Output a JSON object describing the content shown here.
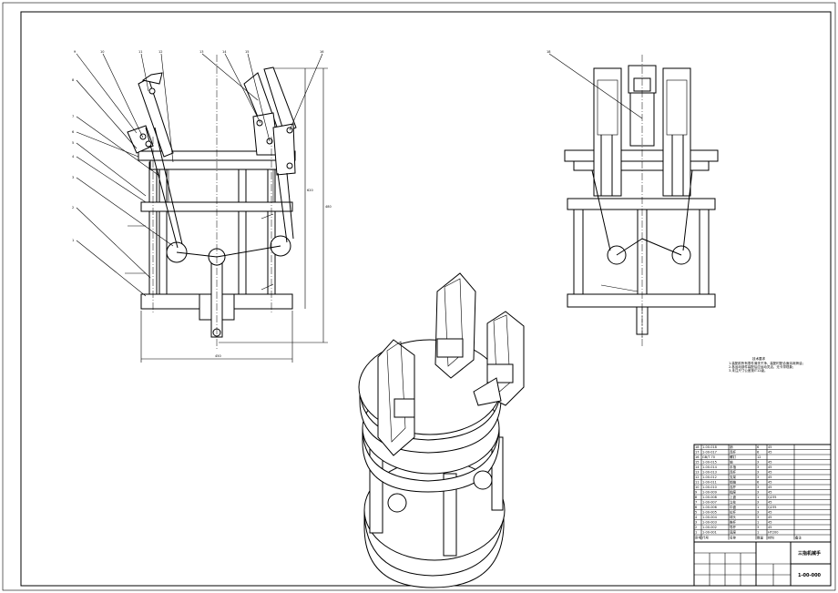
{
  "drawing": {
    "title": "三指机械手",
    "number": "1-00-000"
  },
  "front_view": {
    "balloons": [
      "9",
      "10",
      "11",
      "12",
      "13",
      "14",
      "15",
      "16",
      "8",
      "7",
      "6",
      "5",
      "4",
      "3",
      "2",
      "1"
    ],
    "dim_width": "450",
    "dim_height_1": "620",
    "dim_height_2": "480"
  },
  "side_view": {
    "balloons": [
      "18"
    ]
  },
  "notes": {
    "heading": "技术要求",
    "lines": [
      "1.装配前所有零件清洗干净，装配时配合面涂润滑油；",
      "2.各运动部件装配后应运动灵活，无卡滞现象；",
      "3.未注尺寸公差按IT12级。"
    ]
  },
  "bom": {
    "rows": [
      [
        "18",
        "1-00-018",
        "销",
        "6",
        "45",
        ""
      ],
      [
        "17",
        "1-00-017",
        "连杆",
        "6",
        "45",
        ""
      ],
      [
        "16",
        "GB/T 70",
        "螺钉",
        "12",
        "",
        ""
      ],
      [
        "15",
        "1-00-015",
        "轴",
        "3",
        "45",
        ""
      ],
      [
        "14",
        "1-00-014",
        "手指",
        "3",
        "45",
        ""
      ],
      [
        "13",
        "1-00-013",
        "连杆",
        "3",
        "45",
        ""
      ],
      [
        "12",
        "1-00-012",
        "支架",
        "3",
        "45",
        ""
      ],
      [
        "11",
        "1-00-011",
        "销轴",
        "6",
        "45",
        ""
      ],
      [
        "10",
        "1-00-010",
        "连杆",
        "3",
        "45",
        ""
      ],
      [
        "9",
        "1-00-009",
        "指座",
        "3",
        "45",
        ""
      ],
      [
        "8",
        "1-00-008",
        "上盘",
        "1",
        "Q235",
        ""
      ],
      [
        "7",
        "1-00-007",
        "立柱",
        "3",
        "45",
        ""
      ],
      [
        "6",
        "1-00-006",
        "中盘",
        "1",
        "Q235",
        ""
      ],
      [
        "5",
        "1-00-005",
        "拉杆",
        "3",
        "45",
        ""
      ],
      [
        "4",
        "1-00-004",
        "球头",
        "3",
        "45",
        ""
      ],
      [
        "3",
        "1-00-003",
        "推杆",
        "1",
        "45",
        ""
      ],
      [
        "2",
        "1-00-002",
        "导杆",
        "3",
        "45",
        ""
      ],
      [
        "1",
        "1-00-001",
        "底座",
        "1",
        "HT200",
        ""
      ]
    ],
    "header": [
      "序号",
      "代号",
      "名称",
      "数量",
      "材料",
      "备注"
    ]
  }
}
